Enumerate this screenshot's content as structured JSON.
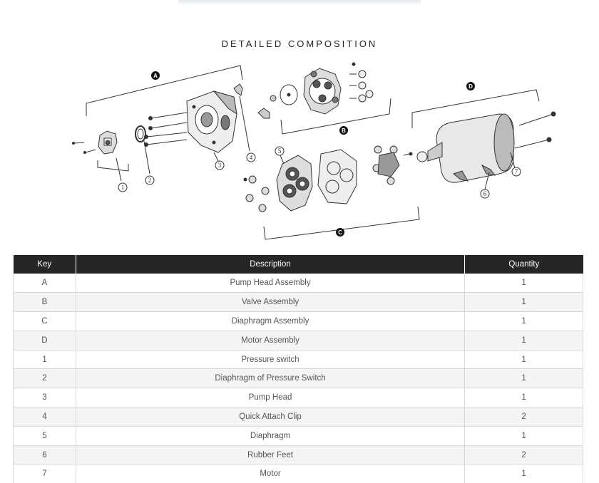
{
  "page": {
    "title": "DETAILED COMPOSITION"
  },
  "diagram": {
    "callout_letters": [
      "A",
      "B",
      "C",
      "D"
    ],
    "callout_numbers": [
      "1",
      "2",
      "3",
      "4",
      "5",
      "6",
      "7"
    ]
  },
  "table": {
    "headers": [
      "Key",
      "Description",
      "Quantity"
    ],
    "rows": [
      {
        "key": "A",
        "description": "Pump Head Assembly",
        "quantity": "1"
      },
      {
        "key": "B",
        "description": "Valve Assembly",
        "quantity": "1"
      },
      {
        "key": "C",
        "description": "Diaphragm Assembly",
        "quantity": "1"
      },
      {
        "key": "D",
        "description": "Motor Assembly",
        "quantity": "1"
      },
      {
        "key": "1",
        "description": "Pressure switch",
        "quantity": "1"
      },
      {
        "key": "2",
        "description": "Diaphragm of Pressure Switch",
        "quantity": "1"
      },
      {
        "key": "3",
        "description": "Pump Head",
        "quantity": "1"
      },
      {
        "key": "4",
        "description": "Quick Attach Clip",
        "quantity": "2"
      },
      {
        "key": "5",
        "description": "Diaphragm",
        "quantity": "1"
      },
      {
        "key": "6",
        "description": "Rubber Feet",
        "quantity": "2"
      },
      {
        "key": "7",
        "description": "Motor",
        "quantity": "1"
      }
    ]
  }
}
